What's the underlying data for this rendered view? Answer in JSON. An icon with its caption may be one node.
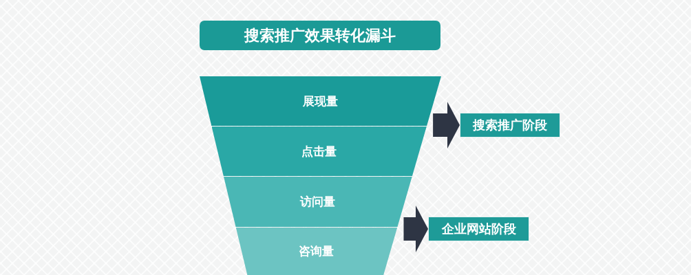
{
  "diagram": {
    "title": "搜索推广效果转化漏斗",
    "nodes": [
      {
        "text": [
          "展现量"
        ]
      },
      {
        "text": [
          "点击量"
        ]
      },
      {
        "text": [
          "访问量"
        ]
      },
      {
        "text": [
          "咨询量"
        ]
      },
      {
        "text": [
          "搜索推广阶段"
        ]
      },
      {
        "text": [
          "企业网站阶段"
        ]
      }
    ],
    "edges": [
      {
        "from": 0,
        "to": 4,
        "arrow": "to"
      },
      {
        "from": 2,
        "to": 5,
        "arrow": "to"
      }
    ]
  }
}
